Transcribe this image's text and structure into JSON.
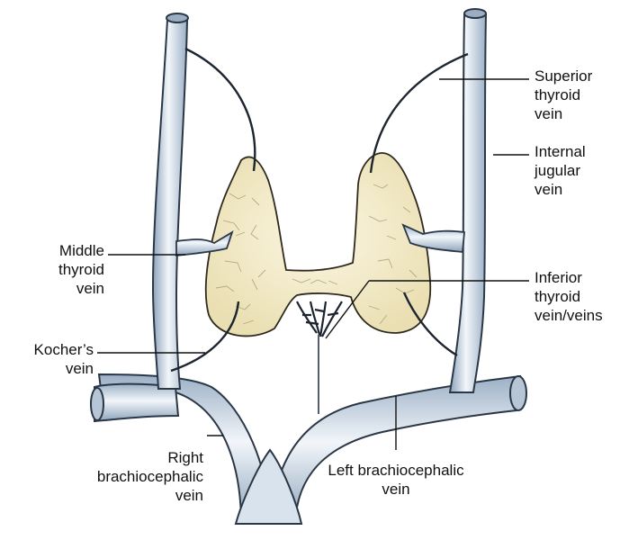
{
  "diagram": {
    "colors": {
      "vein_fill": "#d6e0ec",
      "vein_outline": "#2a3746",
      "vein_highlight": "#f4f8fb",
      "gland_fill": "#f3ebc9",
      "gland_outline": "#2f2a1e",
      "leader_line": "#111111"
    },
    "labels": {
      "superior_thyroid": [
        "Superior",
        "thyroid",
        "vein"
      ],
      "internal_jugular": [
        "Internal",
        "jugular",
        "vein"
      ],
      "middle_thyroid": [
        "Middle",
        "thyroid",
        "vein"
      ],
      "inferior_thyroid": [
        "Inferior",
        "thyroid",
        "vein/veins"
      ],
      "kochers": [
        "Kocher’s",
        "vein"
      ],
      "right_brachiocephalic": [
        "Right",
        "brachiocephalic",
        "vein"
      ],
      "left_brachiocephalic": [
        "Left brachiocephalic",
        "vein"
      ]
    }
  }
}
